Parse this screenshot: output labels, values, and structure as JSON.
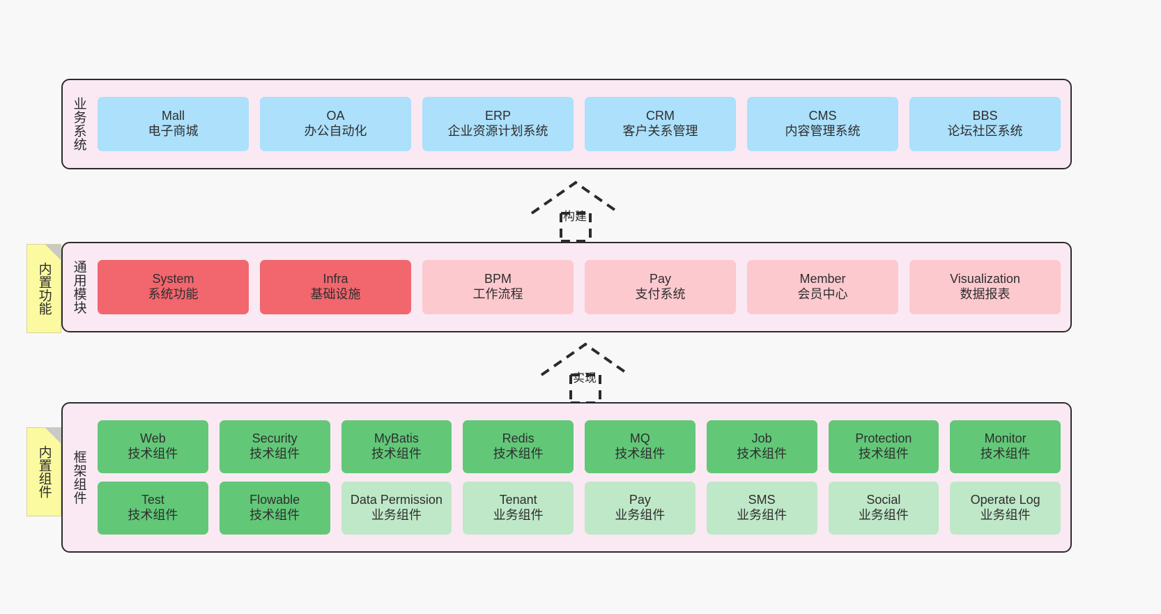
{
  "diagram": {
    "background": "#f8f8f8",
    "colors": {
      "layer_bg": "#fae9f3",
      "layer_border": "#2b2b2b",
      "business_card": "#ace0fb",
      "module_core_card": "#f2666d",
      "module_card": "#fcc9cf",
      "tech_card": "#62c878",
      "biz_component_card": "#bfe8c8",
      "note_bg": "#fcfaa0",
      "note_fold": "#c9c9c9",
      "text": "#2b2b2b"
    }
  },
  "layers": {
    "business": {
      "title": "业务系统",
      "cards": [
        {
          "name": "Mall",
          "desc": "电子商城"
        },
        {
          "name": "OA",
          "desc": "办公自动化"
        },
        {
          "name": "ERP",
          "desc": "企业资源计划系统"
        },
        {
          "name": "CRM",
          "desc": "客户关系管理"
        },
        {
          "name": "CMS",
          "desc": "内容管理系统"
        },
        {
          "name": "BBS",
          "desc": "论坛社区系统"
        }
      ]
    },
    "modules": {
      "title": "通用模块",
      "note": "内置功能",
      "cards": [
        {
          "name": "System",
          "desc": "系统功能",
          "style": "core"
        },
        {
          "name": "Infra",
          "desc": "基础设施",
          "style": "core"
        },
        {
          "name": "BPM",
          "desc": "工作流程",
          "style": "normal"
        },
        {
          "name": "Pay",
          "desc": "支付系统",
          "style": "normal"
        },
        {
          "name": "Member",
          "desc": "会员中心",
          "style": "normal"
        },
        {
          "name": "Visualization",
          "desc": "数据报表",
          "style": "normal"
        }
      ]
    },
    "framework": {
      "title": "框架组件",
      "note": "内置组件",
      "row1": [
        {
          "name": "Web",
          "desc": "技术组件",
          "style": "tech"
        },
        {
          "name": "Security",
          "desc": "技术组件",
          "style": "tech"
        },
        {
          "name": "MyBatis",
          "desc": "技术组件",
          "style": "tech"
        },
        {
          "name": "Redis",
          "desc": "技术组件",
          "style": "tech"
        },
        {
          "name": "MQ",
          "desc": "技术组件",
          "style": "tech"
        },
        {
          "name": "Job",
          "desc": "技术组件",
          "style": "tech"
        },
        {
          "name": "Protection",
          "desc": "技术组件",
          "style": "tech"
        },
        {
          "name": "Monitor",
          "desc": "技术组件",
          "style": "tech"
        }
      ],
      "row2": [
        {
          "name": "Test",
          "desc": "技术组件",
          "style": "tech"
        },
        {
          "name": "Flowable",
          "desc": "技术组件",
          "style": "tech"
        },
        {
          "name": "Data Permission",
          "desc": "业务组件",
          "style": "biz"
        },
        {
          "name": "Tenant",
          "desc": "业务组件",
          "style": "biz"
        },
        {
          "name": "Pay",
          "desc": "业务组件",
          "style": "biz"
        },
        {
          "name": "SMS",
          "desc": "业务组件",
          "style": "biz"
        },
        {
          "name": "Social",
          "desc": "业务组件",
          "style": "biz"
        },
        {
          "name": "Operate Log",
          "desc": "业务组件",
          "style": "biz"
        }
      ]
    }
  },
  "arrows": {
    "build": {
      "label": "构建"
    },
    "implement": {
      "label": "实现"
    }
  }
}
